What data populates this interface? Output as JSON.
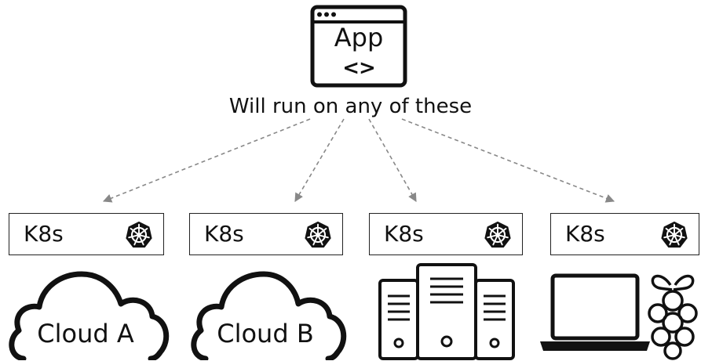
{
  "app": {
    "label": "App",
    "code_symbol": "<>",
    "caption": "Will run on any of these"
  },
  "nodes": [
    {
      "k8s_label": "K8s",
      "logo": "kubernetes-icon",
      "platform": "cloud",
      "platform_label": "Cloud A"
    },
    {
      "k8s_label": "K8s",
      "logo": "kubernetes-icon",
      "platform": "cloud",
      "platform_label": "Cloud B"
    },
    {
      "k8s_label": "K8s",
      "logo": "kubernetes-icon",
      "platform": "servers-icon"
    },
    {
      "k8s_label": "K8s",
      "logo": "kubernetes-icon",
      "platform": "laptop-and-raspberry-pi-icon"
    }
  ],
  "colors": {
    "stroke": "#111111",
    "connector": "#888888"
  }
}
